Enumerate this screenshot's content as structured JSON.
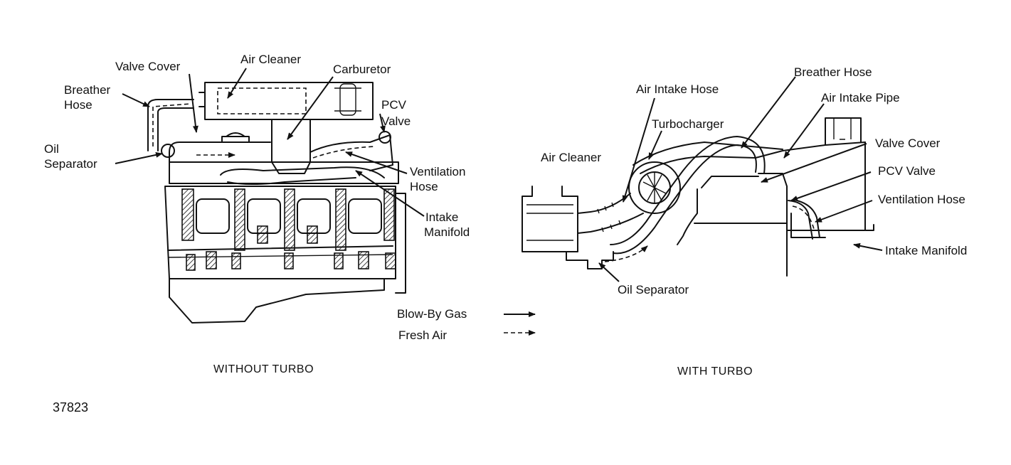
{
  "diagrams": {
    "without_turbo": {
      "caption": "WITHOUT TURBO",
      "labels": {
        "valve_cover": "Valve Cover",
        "air_cleaner": "Air Cleaner",
        "carburetor": "Carburetor",
        "breather_hose_1": "Breather",
        "breather_hose_2": "Hose",
        "pcv_valve_1": "PCV",
        "pcv_valve_2": "Valve",
        "oil_separator_1": "Oil",
        "oil_separator_2": "Separator",
        "ventilation_hose_1": "Ventilation",
        "ventilation_hose_2": "Hose",
        "intake_manifold_1": "Intake",
        "intake_manifold_2": "Manifold"
      }
    },
    "with_turbo": {
      "caption": "WITH TURBO",
      "labels": {
        "breather_hose": "Breather Hose",
        "air_intake_hose": "Air Intake Hose",
        "air_intake_pipe": "Air Intake Pipe",
        "turbocharger": "Turbocharger",
        "air_cleaner": "Air Cleaner",
        "valve_cover": "Valve Cover",
        "pcv_valve": "PCV Valve",
        "ventilation_hose": "Ventilation Hose",
        "intake_manifold": "Intake Manifold",
        "oil_separator": "Oil Separator"
      }
    }
  },
  "legend": {
    "blow_by_gas": "Blow-By Gas",
    "fresh_air": "Fresh Air"
  },
  "figure_number": "37823"
}
